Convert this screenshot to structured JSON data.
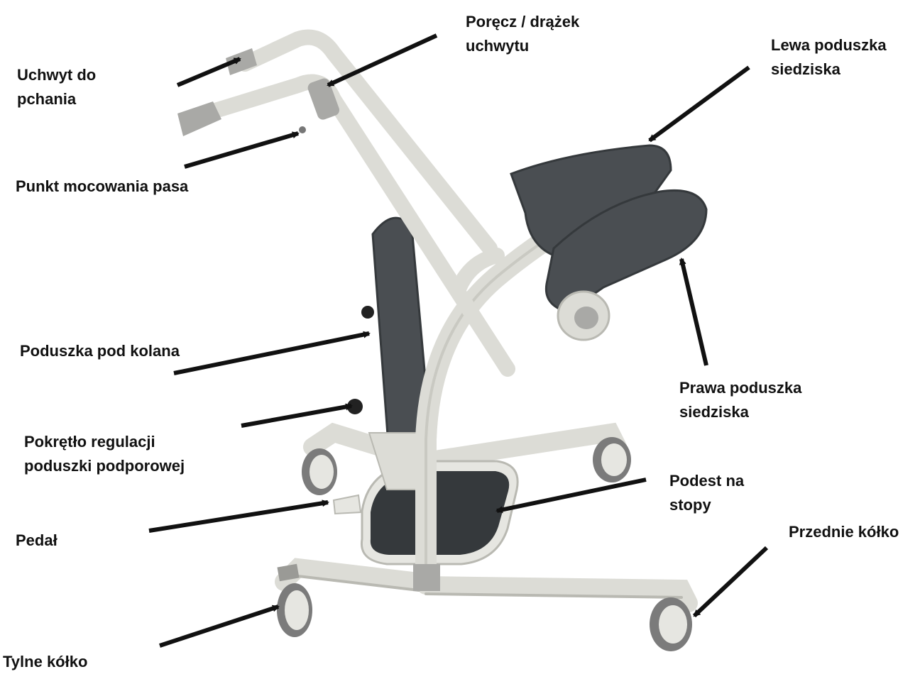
{
  "labels": {
    "push_handle": "Uchwyt do\npchania",
    "grab_bar": "Poręcz / drążek\nuchwytu",
    "left_seat_pad": "Lewa poduszka\nsiedziska",
    "belt_point": "Punkt mocowania pasa",
    "knee_pad": "Poduszka pod kolana",
    "right_seat_pad": "Prawa poduszka\nsiedziska",
    "knob": "Pokrętło regulacji\npoduszki podporowej",
    "footplate": "Podest na\nstopy",
    "pedal": "Pedał",
    "front_wheel": "Przednie kółko",
    "rear_wheel": "Tylne kółko"
  },
  "colors": {
    "frame": "#dcdcd6",
    "frame_shadow": "#b9b9b2",
    "pad": "#4a4e52",
    "pad_dark": "#35393c",
    "grip": "#a9a9a6",
    "wheel": "#7b7b7b",
    "arrow": "#111111"
  }
}
